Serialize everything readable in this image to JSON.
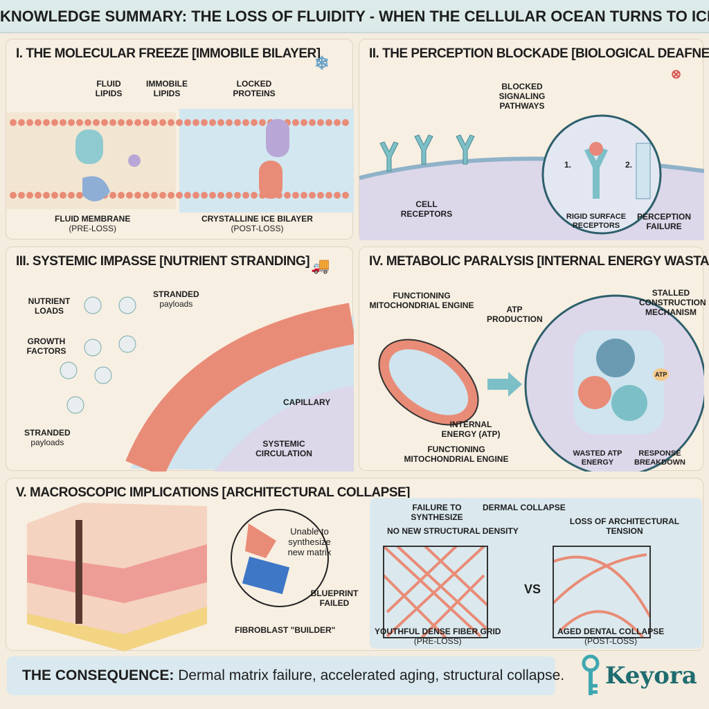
{
  "title": "KNOWLEDGE SUMMARY: THE LOSS OF FLUIDITY - WHEN THE CELLULAR OCEAN TURNS TO ICE",
  "panel1": {
    "heading": "I. THE MOLECULAR FREEZE [IMMOBILE BILAYER]",
    "fluid_lipids": "FLUID LIPIDS",
    "immobile_lipids": "IMMOBILE LIPIDS",
    "locked_proteins": "LOCKED PROTEINS",
    "fluid_membrane": "FLUID MEMBRANE",
    "pre_loss": "(PRE-LOSS)",
    "ice_bilayer": "CRYSTALLINE ICE BILAYER",
    "post_loss": "(POST-LOSS)"
  },
  "panel2": {
    "heading": "II. THE PERCEPTION BLOCKADE [BIOLOGICAL DEAFNESS]",
    "blocked": "BLOCKED SIGNALING PATHWAYS",
    "cell_receptors": "CELL RECEPTORS",
    "rigid": "RIGID SURFACE RECEPTORS",
    "failure": "PERCEPTION FAILURE",
    "n1": "1.",
    "n2": "2."
  },
  "panel3": {
    "heading": "III. SYSTEMIC IMPASSE [NUTRIENT STRANDING]",
    "nutrient": "NUTRIENT LOADS",
    "growth": "GROWTH FACTORS",
    "stranded_top": "STRANDED",
    "payloads_top": "payloads",
    "stranded_bottom": "STRANDED",
    "payloads_bottom": "payloads",
    "capillary": "CAPILLARY",
    "systemic": "SYSTEMIC CIRCULATION"
  },
  "panel4": {
    "heading": "IV. METABOLIC PARALYSIS [INTERNAL ENERGY WASTAGE]",
    "engine_top": "FUNCTIONING MITOCHONDRIAL ENGINE",
    "atp_prod": "ATP PRODUCTION",
    "internal": "INTERNAL ENERGY (ATP)",
    "engine_bottom": "FUNCTIONING MITOCHONDRIAL ENGINE",
    "stalled": "STALLED CONSTRUCTION MECHANISM",
    "wasted": "WASTED ATP ENERGY",
    "response": "RESPONSE BREAKDOWN",
    "atp": "ATP"
  },
  "panel5": {
    "heading": "V. MACROSCOPIC IMPLICATIONS [ARCHITECTURAL COLLAPSE]",
    "unable": "Unable to synthesize new matrix",
    "blueprint": "BLUEPRINT FAILED",
    "fibroblast": "FIBROBLAST \"BUILDER\"",
    "failure": "FAILURE TO SYNTHESIZE",
    "no_density": "NO NEW STRUCTURAL DENSITY",
    "dermal": "DERMAL COLLAPSE",
    "loss": "LOSS OF ARCHITECTURAL TENSION",
    "vs": "VS",
    "youthful": "YOUTHFUL DENSE FIBER GRID",
    "pre": "(PRE-LOSS)",
    "aged": "AGED DENTAL COLLAPSE",
    "post": "(POST-LOSS)"
  },
  "consequence": {
    "label": "THE CONSEQUENCE:",
    "text": "Dermal matrix failure, accelerated aging, structural collapse."
  },
  "logo": {
    "name": "Keyora"
  },
  "colors": {
    "teal": "#1f6c70",
    "salmon": "#e8877a",
    "ice": "#cfe4ee",
    "lavender": "#d9d3ea"
  }
}
